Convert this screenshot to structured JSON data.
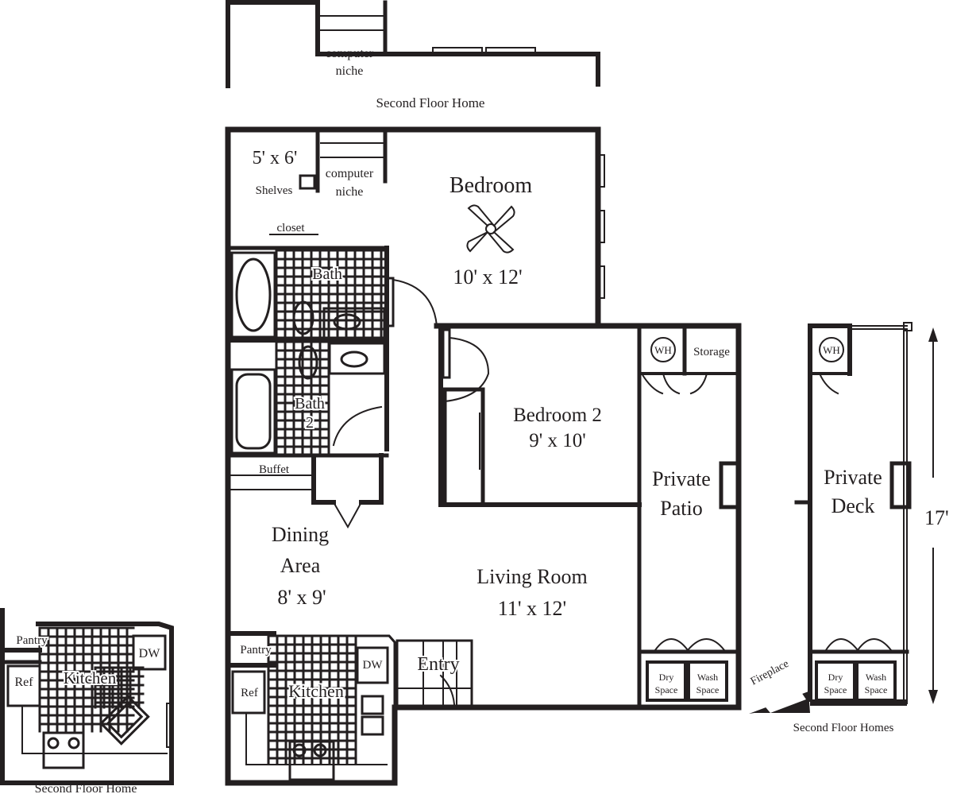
{
  "colors": {
    "line": "#231f20",
    "background": "#ffffff"
  },
  "top_inset": {
    "caption": "Second Floor Home",
    "niche_label": [
      "computer",
      "niche"
    ]
  },
  "main_plan": {
    "closet_size": "5' x 6'",
    "shelves": "Shelves",
    "niche_label": [
      "computer",
      "niche"
    ],
    "closet": "closet",
    "bedroom": {
      "name": "Bedroom",
      "size": "10' x 12'",
      "fan_icon": "ceiling-fan-icon"
    },
    "bath": "Bath",
    "bath2": [
      "Bath",
      "2"
    ],
    "bedroom2": {
      "name": "Bedroom 2",
      "size": "9' x 10'"
    },
    "buffet": "Buffet",
    "dining": {
      "name": [
        "Dining",
        "Area"
      ],
      "size": "8' x 9'"
    },
    "living": {
      "name": "Living Room",
      "size": "11' x 12'"
    },
    "patio": [
      "Private",
      "Patio"
    ],
    "wh": "WH",
    "storage": "Storage",
    "dry": [
      "Dry",
      "Space"
    ],
    "wash": [
      "Wash",
      "Space"
    ],
    "pantry": "Pantry",
    "dw": "DW",
    "ref": "Ref",
    "kitchen": "Kitchen",
    "entry": "Entry"
  },
  "left_inset": {
    "caption": "Second Floor Home",
    "pantry": "Pantry",
    "dw": "DW",
    "ref": "Ref",
    "kitchen": "Kitchen"
  },
  "right_inset": {
    "caption": "Second Floor Homes",
    "wh": "WH",
    "deck": [
      "Private",
      "Deck"
    ],
    "dimension": "17'",
    "fireplace": "Fireplace",
    "dry": [
      "Dry",
      "Space"
    ],
    "wash": [
      "Wash",
      "Space"
    ]
  }
}
